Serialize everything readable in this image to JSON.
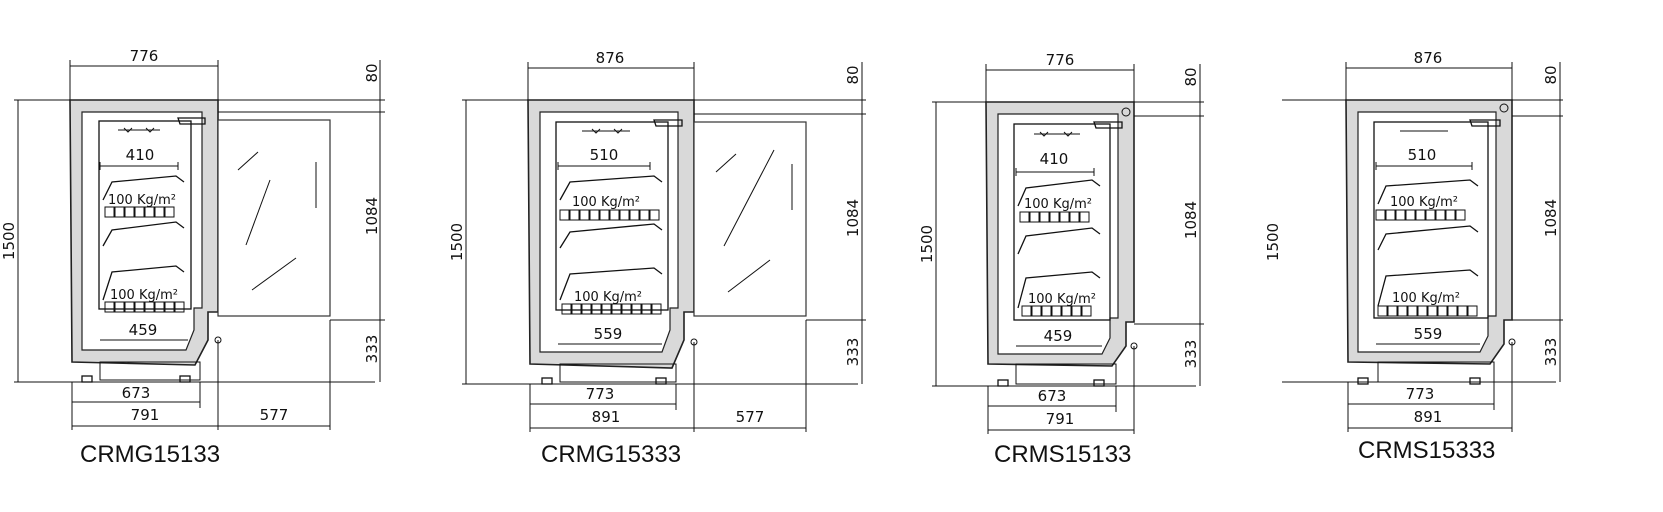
{
  "units": [
    {
      "model": "CRMG15133",
      "width_top": "776",
      "height_total": "1500",
      "height_top": "80",
      "height_mid": "1084",
      "height_bottom": "333",
      "shelf_width": "410",
      "shelf_load_top": "100 Kg/m²",
      "shelf_load_bottom": "100 Kg/m²",
      "base_inner": "459",
      "footprint": "673",
      "depth": "791",
      "door_depth": "577"
    },
    {
      "model": "CRMG15333",
      "width_top": "876",
      "height_total": "1500",
      "height_top": "80",
      "height_mid": "1084",
      "height_bottom": "333",
      "shelf_width": "510",
      "shelf_load_top": "100 Kg/m²",
      "shelf_load_bottom": "100 Kg/m²",
      "base_inner": "559",
      "footprint": "773",
      "depth": "891",
      "door_depth": "577"
    },
    {
      "model": "CRMS15133",
      "width_top": "776",
      "height_total": "1500",
      "height_top": "80",
      "height_mid": "1084",
      "height_bottom": "333",
      "shelf_width": "410",
      "shelf_load_top": "100 Kg/m²",
      "shelf_load_bottom": "100 Kg/m²",
      "base_inner": "459",
      "footprint": "673",
      "depth": "791"
    },
    {
      "model": "CRMS15333",
      "width_top": "876",
      "height_total": "1500",
      "height_top": "80",
      "height_mid": "1084",
      "height_bottom": "333",
      "shelf_width": "510",
      "shelf_load_top": "100 Kg/m²",
      "shelf_load_bottom": "100 Kg/m²",
      "base_inner": "559",
      "footprint": "773",
      "depth": "891"
    }
  ]
}
